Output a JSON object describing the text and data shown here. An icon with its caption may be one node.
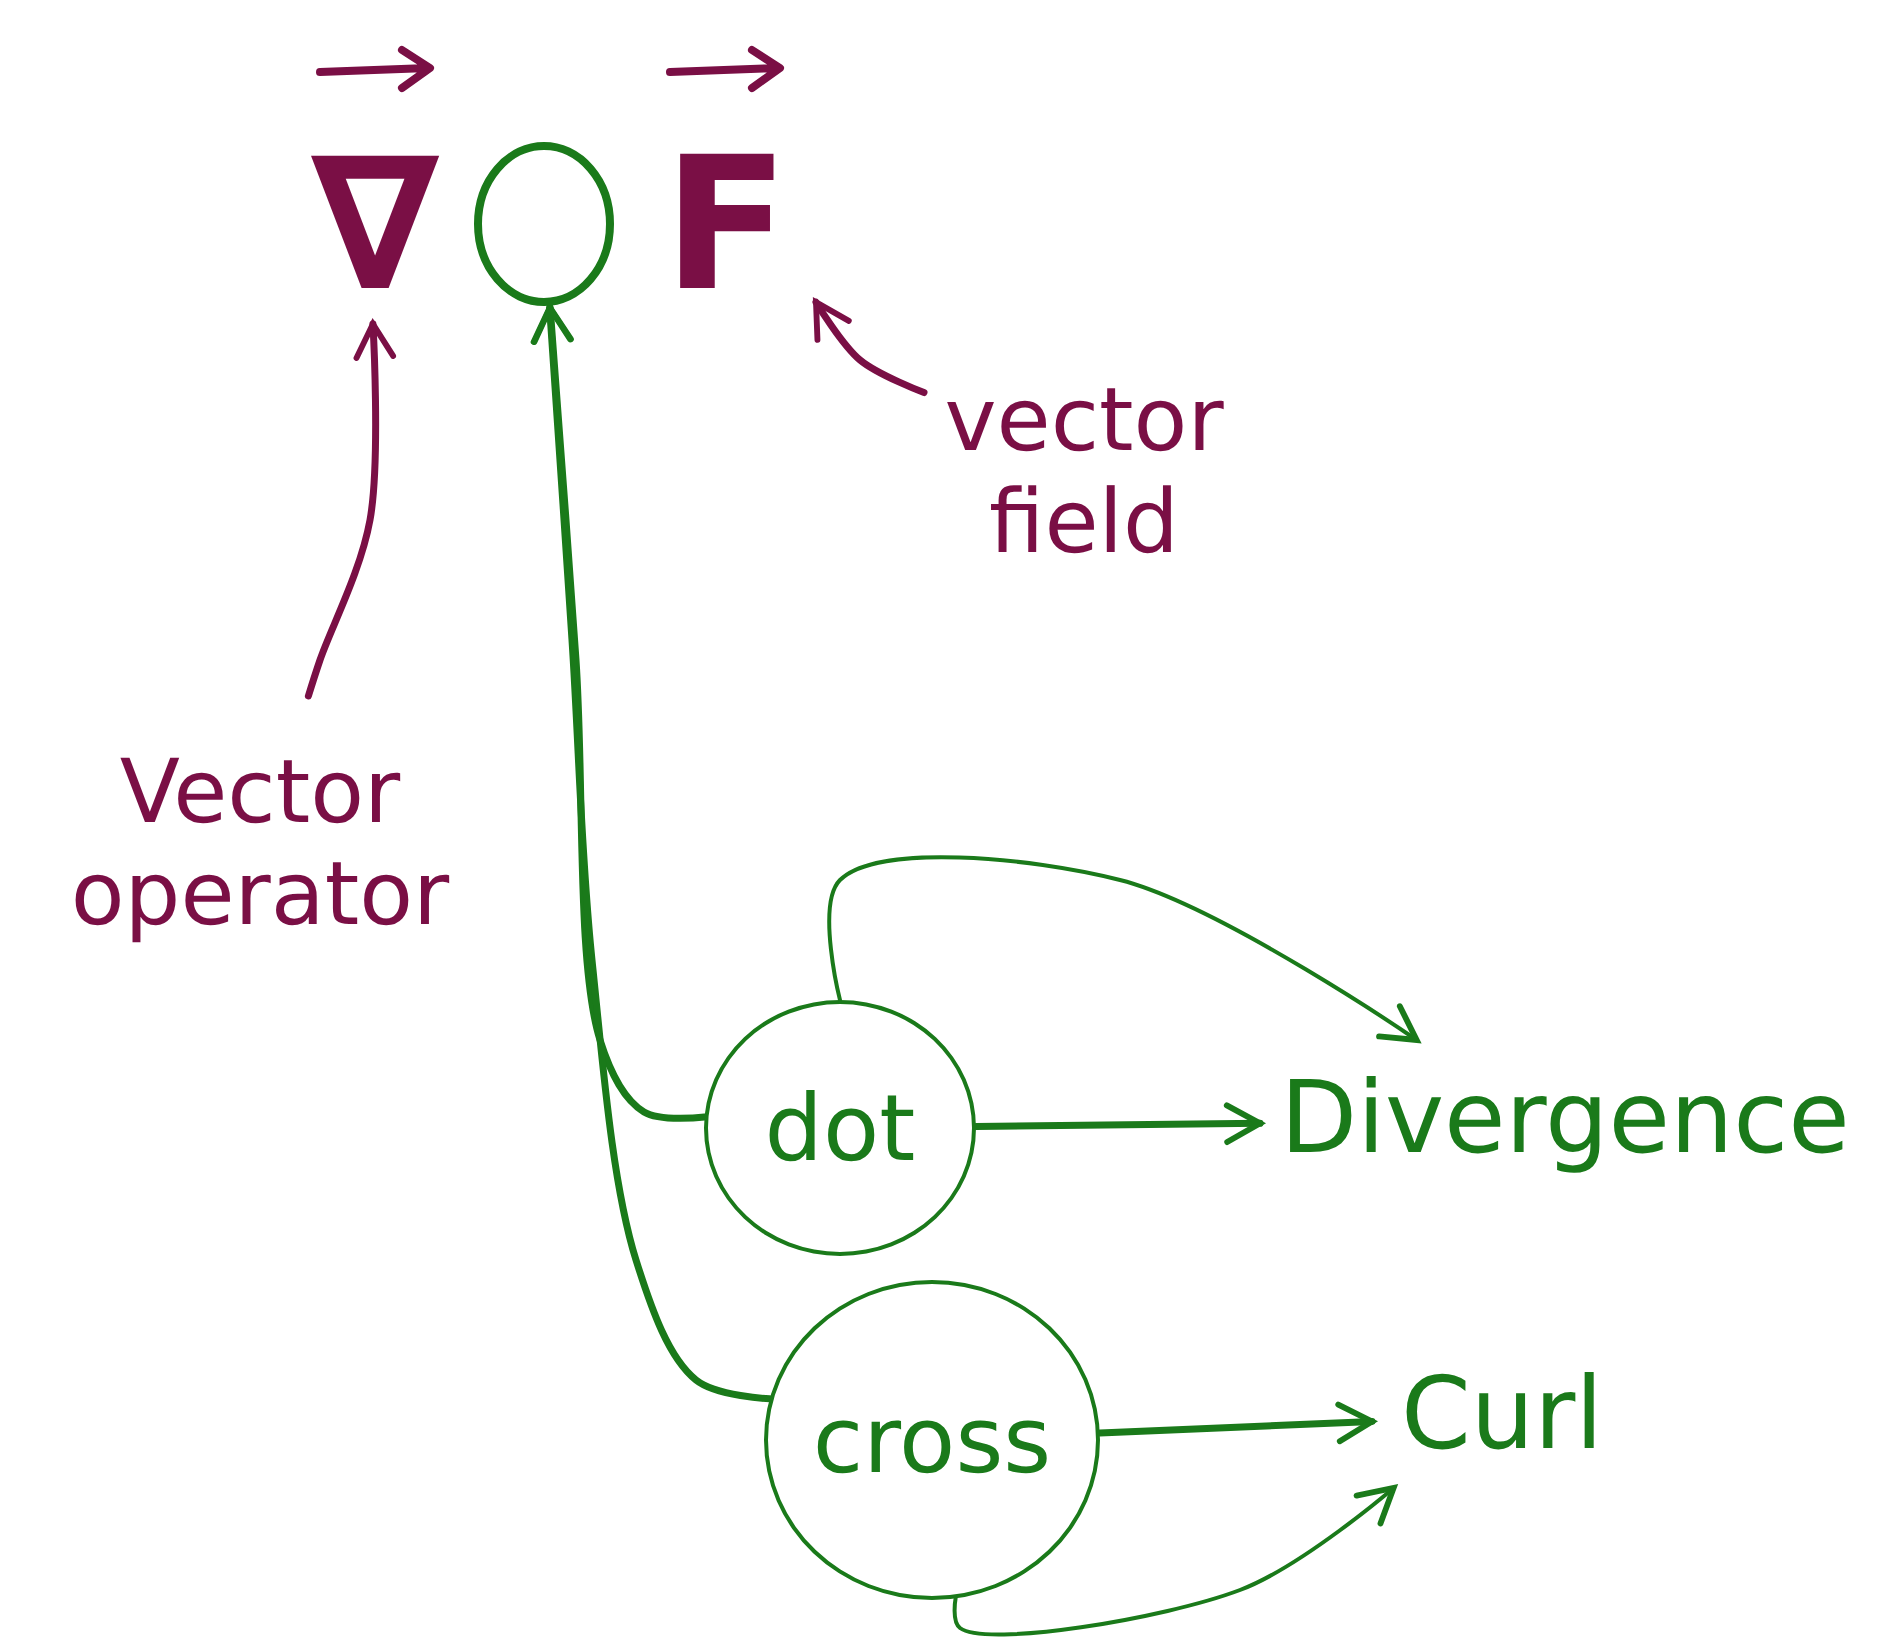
{
  "diagram": {
    "nodes": [
      {
        "text": [
          "∇"
        ]
      },
      {
        "text": [],
        "shape": "circle"
      },
      {
        "text": [
          "F"
        ]
      },
      {
        "text": [
          "vector field"
        ]
      },
      {
        "text": [
          "Vector operator"
        ]
      },
      {
        "text": [
          "dot"
        ]
      },
      {
        "text": [
          "Divergence"
        ]
      },
      {
        "text": [
          "cross"
        ]
      },
      {
        "text": [
          "Curl"
        ]
      }
    ],
    "edges": [
      {
        "from": 3,
        "to": 2,
        "arrow": "to",
        "color": "#7a0f45"
      },
      {
        "from": 4,
        "to": 0,
        "arrow": "to",
        "color": "#7a0f45"
      },
      {
        "from": 5,
        "to": 1,
        "arrow": "to"
      },
      {
        "from": 7,
        "to": 1,
        "arrow": "to"
      },
      {
        "from": 5,
        "to": 6,
        "arrow": "to"
      },
      {
        "from": 5,
        "to": 6,
        "arrow": "to"
      },
      {
        "from": 7,
        "to": 8,
        "arrow": "to"
      },
      {
        "from": 7,
        "to": 8,
        "arrow": "to"
      }
    ]
  }
}
